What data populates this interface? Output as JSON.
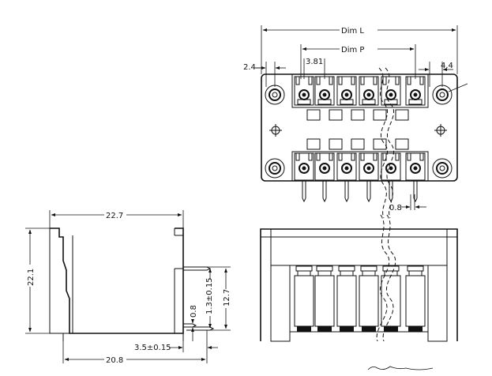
{
  "dimensions": {
    "dim_l": "Dim  L",
    "dim_p": "Dim  P",
    "left_margin": "2.4",
    "pitch": "3.81",
    "right_margin": "4.4",
    "pin_width": "0.8",
    "side_width": "22.7",
    "side_height": "22.1",
    "pin_length": "12.7",
    "pin_offset": "1.3±0.15",
    "side_pin_width": "0.8",
    "pin_spacing": "3.5±0.15",
    "bottom_width": "20.8"
  },
  "colors": {
    "line": "#111111",
    "background": "#ffffff"
  }
}
